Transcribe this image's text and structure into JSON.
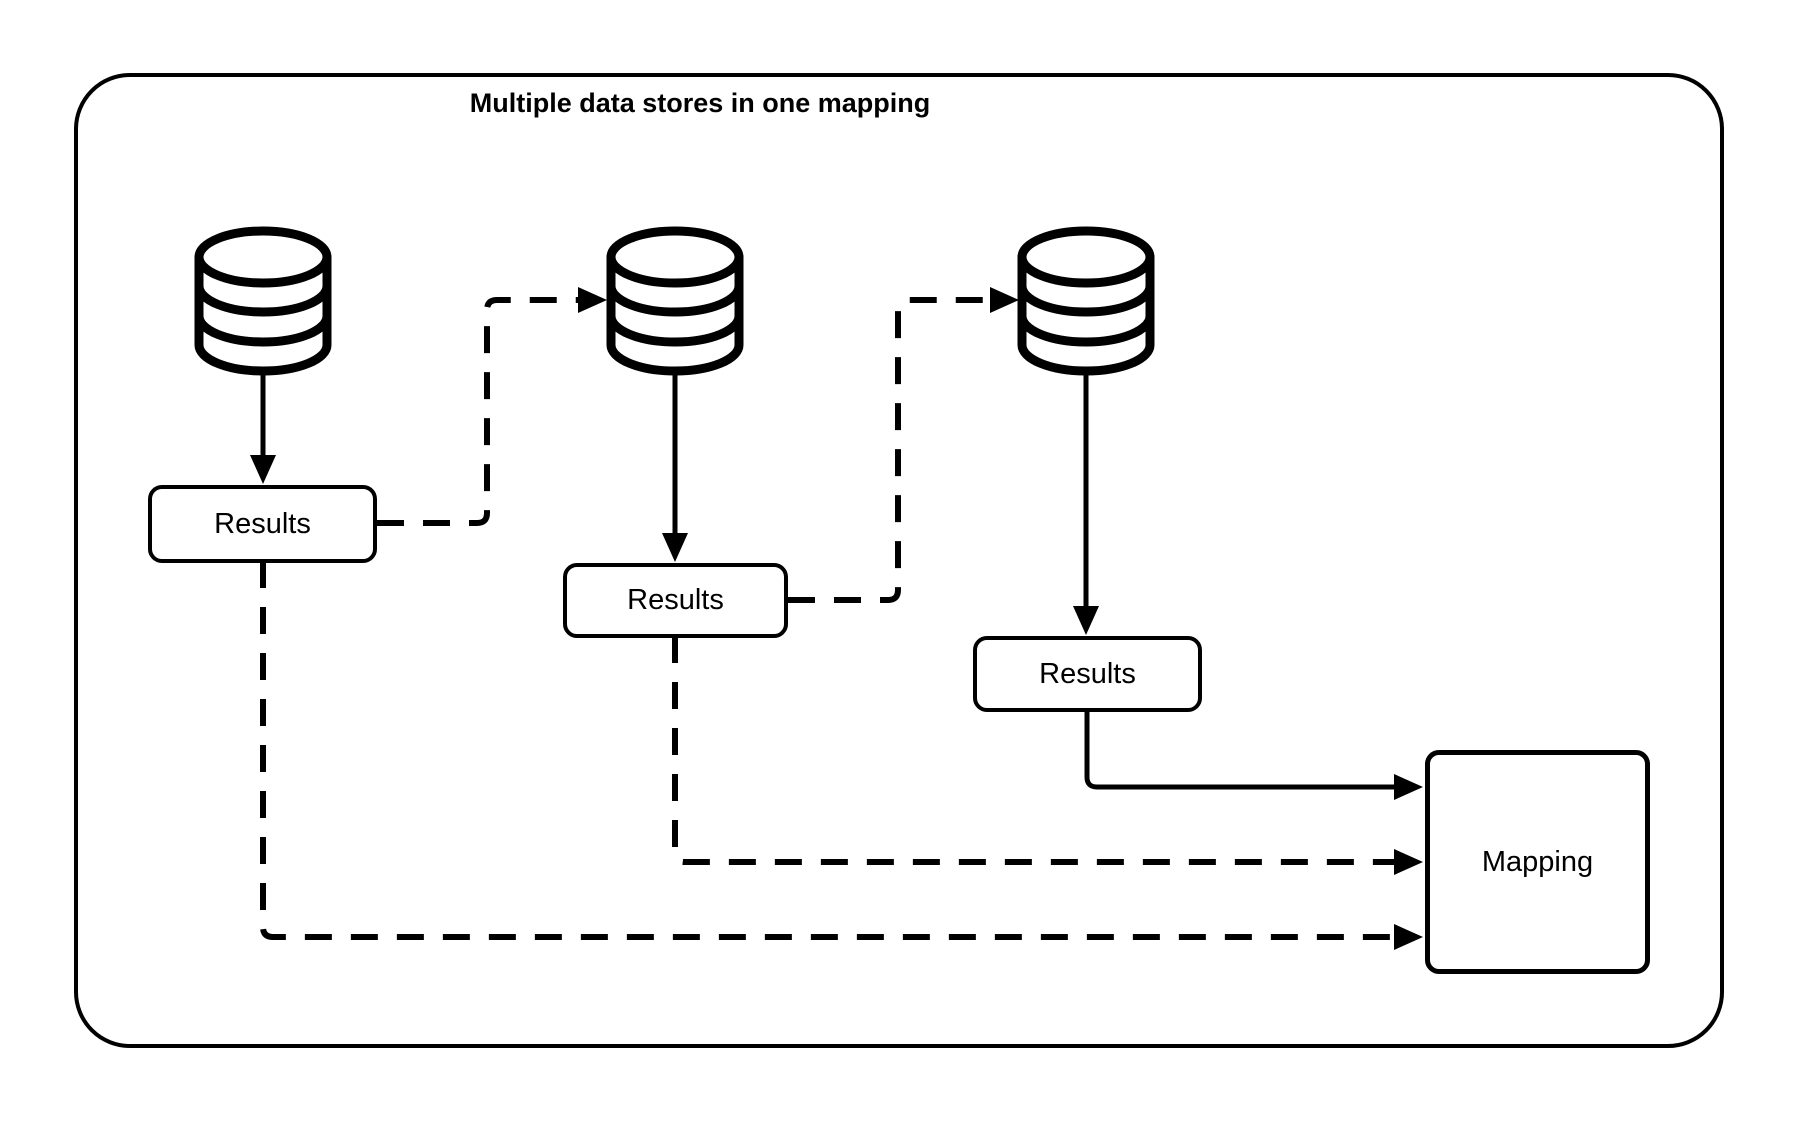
{
  "title": "Multiple data stores in one mapping",
  "colors": {
    "stroke": "#000000",
    "background": "#ffffff"
  },
  "nodes": {
    "results1": {
      "label": "Results"
    },
    "results2": {
      "label": "Results"
    },
    "results3": {
      "label": "Results"
    },
    "mapping": {
      "label": "Mapping"
    }
  },
  "icons": [
    {
      "name": "database-icon-1"
    },
    {
      "name": "database-icon-2"
    },
    {
      "name": "database-icon-3"
    }
  ],
  "connectors": [
    {
      "from": "datastore-1",
      "to": "results-1",
      "style": "solid",
      "arrow": true
    },
    {
      "from": "datastore-2",
      "to": "results-2",
      "style": "solid",
      "arrow": true
    },
    {
      "from": "datastore-3",
      "to": "results-3",
      "style": "solid",
      "arrow": true
    },
    {
      "from": "results-1",
      "to": "datastore-2",
      "style": "dashed",
      "arrow": true
    },
    {
      "from": "results-2",
      "to": "datastore-3",
      "style": "dashed",
      "arrow": true
    },
    {
      "from": "results-3",
      "to": "mapping",
      "style": "solid",
      "arrow": true
    },
    {
      "from": "results-2",
      "to": "mapping",
      "style": "dashed",
      "arrow": true
    },
    {
      "from": "results-1",
      "to": "mapping",
      "style": "dashed",
      "arrow": true
    }
  ]
}
